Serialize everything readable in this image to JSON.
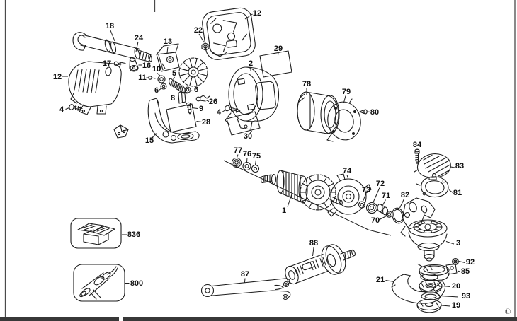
{
  "canvas": {
    "background": "#ffffff",
    "ink": "#1c1c1c",
    "bottom_bar_color": "#383838",
    "copyright": "©"
  },
  "labels": {
    "n12_top": "12",
    "n18": "18",
    "n24": "24",
    "n13": "13",
    "n22": "22",
    "n29": "29",
    "n2": "2",
    "n17": "17",
    "n16": "16",
    "n12_left": "12",
    "n10": "10",
    "n11": "11",
    "n5": "5",
    "n78": "78",
    "n79": "79",
    "n6_left": "6",
    "n6_right": "6",
    "n8": "8",
    "n26": "26",
    "n9": "9",
    "n4_left": "4",
    "n4_right": "4",
    "n80": "80",
    "n28": "28",
    "n30": "30",
    "n15": "15",
    "n77": "77",
    "n76": "76",
    "n75": "75",
    "n84": "84",
    "n83": "83",
    "n74": "74",
    "n72": "72",
    "n73": "73",
    "n71": "71",
    "n82": "82",
    "n1": "1",
    "n70": "70",
    "n81": "81",
    "n3": "3",
    "n88": "88",
    "n92": "92",
    "n85": "85",
    "n21": "21",
    "n87": "87",
    "n20": "20",
    "n93": "93",
    "n19": "19",
    "n836": "836",
    "n800": "800"
  }
}
